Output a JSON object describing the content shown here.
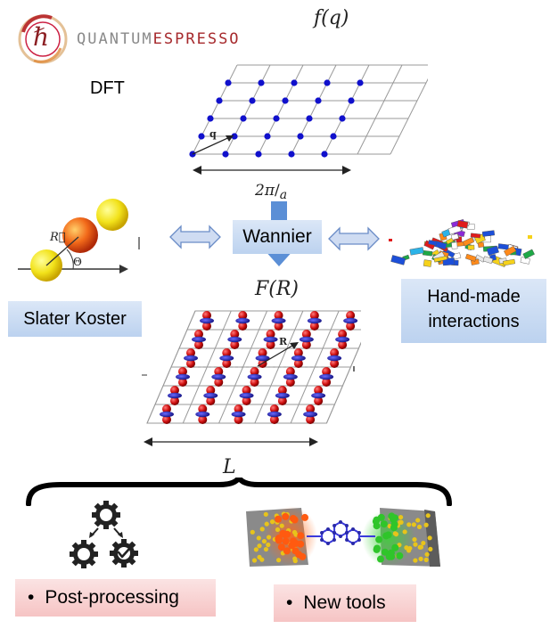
{
  "logo": {
    "monogram": "ℏ",
    "text_part1": "QUANTUM",
    "text_part2": "ESPRESSO",
    "brand_red": "#a6292c",
    "brand_grey": "#8a8a8a"
  },
  "dft_label": "DFT",
  "reciprocal_panel": {
    "title": "f(q)",
    "vector_label": "q",
    "width_label_main": "2π",
    "width_label_denominator": "a",
    "dot_color": "#1010cc"
  },
  "real_space_panel": {
    "title": "F(R)",
    "vector_label": "R",
    "width_label": "L"
  },
  "molecule": {
    "vector_label": "R⃗",
    "angle_label": "Θ"
  },
  "labels": {
    "wannier": "Wannier",
    "slater_koster": "Slater Koster",
    "hand_made_line1": "Hand-made",
    "hand_made_line2": "interactions",
    "post_processing": "Post-processing",
    "new_tools": "New tools",
    "bullet": "•"
  },
  "colors": {
    "arrow_fill": "#cfdcf2",
    "arrow_stroke": "#6a8cc7",
    "down_arrow": "#5b8fd6",
    "box_blue": "#c9dcf3",
    "box_red": "#f8d2d2"
  },
  "icons": {
    "gear": "gear-icon",
    "check": "check-icon",
    "lego": "lego-bricks-icon",
    "junction": "molecular-junction-icon"
  }
}
